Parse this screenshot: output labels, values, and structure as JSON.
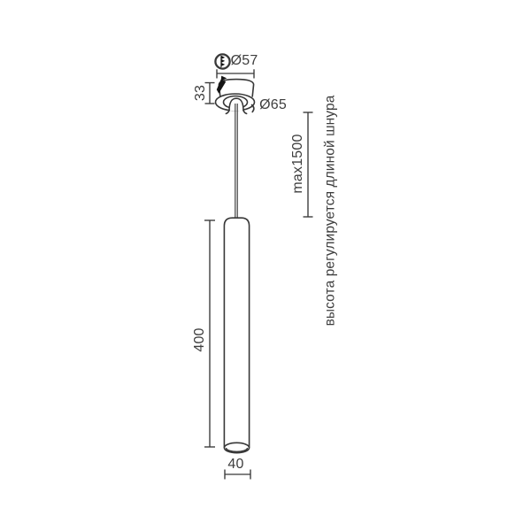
{
  "canvas": {
    "bg": "#ffffff",
    "line_color": "#383838",
    "black_fill": "#151515",
    "text_color": "#3e3e3e"
  },
  "labels": {
    "canopy_top_diameter": "Ø57",
    "canopy_height": "33",
    "canopy_diameter": "Ø65",
    "cord_max_length": "max1500",
    "height_note": "высота регулируется длиной шнура",
    "tube_length": "400",
    "tube_diameter": "40"
  },
  "icons": [
    {
      "name": "cord-adjustment-icon",
      "glyph": "circle-with-zipper-arrows"
    }
  ]
}
